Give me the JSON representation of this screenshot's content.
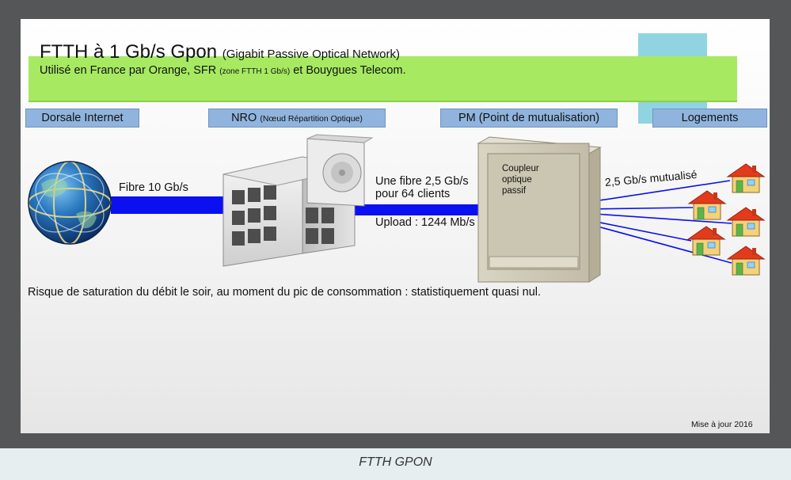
{
  "title": {
    "main": "FTTH à 1 Gb/s Gpon",
    "paren": "(Gigabit Passive Optical Network)",
    "sub_a": "Utilisé en France par Orange, SFR",
    "sub_small": "(zone FTTH 1 Gb/s)",
    "sub_b": "et Bouygues Telecom."
  },
  "sections": {
    "dorsale": "Dorsale Internet",
    "nro_main": "NRO",
    "nro_small": "(Nœud Répartition Optique)",
    "pm": "PM (Point de mutualisation)",
    "logements": "Logements"
  },
  "links": {
    "fibre_backbone": "Fibre 10 Gb/s",
    "fibre_shared_1": "Une fibre 2,5 Gb/s",
    "fibre_shared_2": "pour 64 clients",
    "upload": "Upload : 1244 Mb/s",
    "mutualise": "2,5 Gb/s mutualisé"
  },
  "coupler": {
    "line1": "Coupleur",
    "line2": "optique",
    "line3": "passif"
  },
  "note": "Risque de saturation du débit le soir, au moment du pic de consommation : statistiquement quasi nul.",
  "updated": "Mise à jour 2016",
  "caption": "FTTH GPON",
  "colors": {
    "fiber": "#0a10f0",
    "banner": "#a7ea62",
    "label_box": "#90b4dd",
    "accent": "#8fd4e0",
    "house_roof": "#e23b1c",
    "house_wall": "#f4d27a"
  },
  "icons": {
    "globe": "globe-icon",
    "building": "nro-building-icon",
    "cabinet": "pm-cabinet-icon",
    "house": "house-icon"
  }
}
